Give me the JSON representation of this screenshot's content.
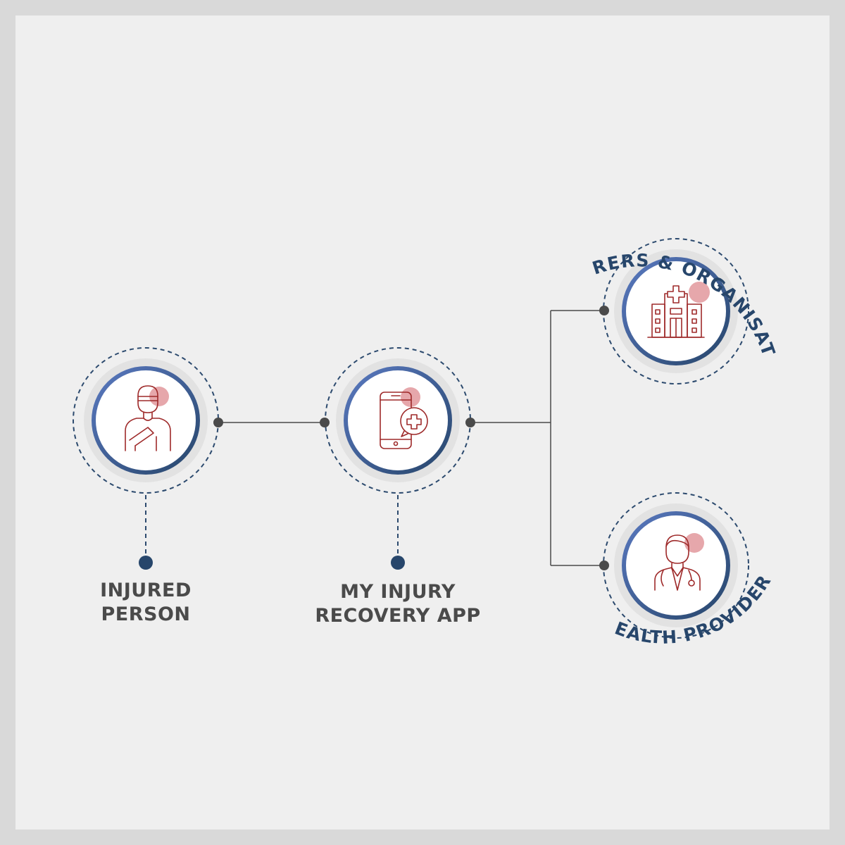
{
  "nodes": {
    "injured": {
      "label_line1": "INJURED",
      "label_line2": "PERSON",
      "icon": "injured-person-icon"
    },
    "app": {
      "label_line1": "MY INJURY",
      "label_line2": "RECOVERY APP",
      "icon": "phone-medical-icon"
    },
    "insurers": {
      "label": "INSURERS & ORGANISATIONS",
      "icon": "hospital-icon"
    },
    "health": {
      "label": "HEALTH PROVIDERS",
      "icon": "doctor-icon"
    }
  },
  "colors": {
    "background": "#efefef",
    "frame": "#d9d9d9",
    "ring_gradient_start": "#5a79c0",
    "ring_gradient_end": "#27466b",
    "dashed": "#2c4a6e",
    "icon_stroke": "#9e2a2a",
    "icon_accent": "#e6a7ab",
    "connector": "#4a4a4a",
    "dot_blue": "#27466b",
    "label_text": "#4a4a4a",
    "arc_text": "#27466b"
  }
}
